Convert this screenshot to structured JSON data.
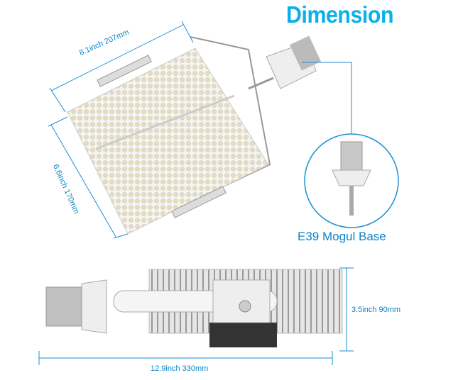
{
  "title": "Dimension",
  "dimensions": {
    "width": "8.1inch 207mm",
    "height": "6.6inch 170mm",
    "depth": "3.5inch 90mm",
    "length": "12.9inch 330mm"
  },
  "base_label": "E39 Mogul Base",
  "colors": {
    "accent": "#0ab0ea",
    "line": "#1b8fd6"
  }
}
